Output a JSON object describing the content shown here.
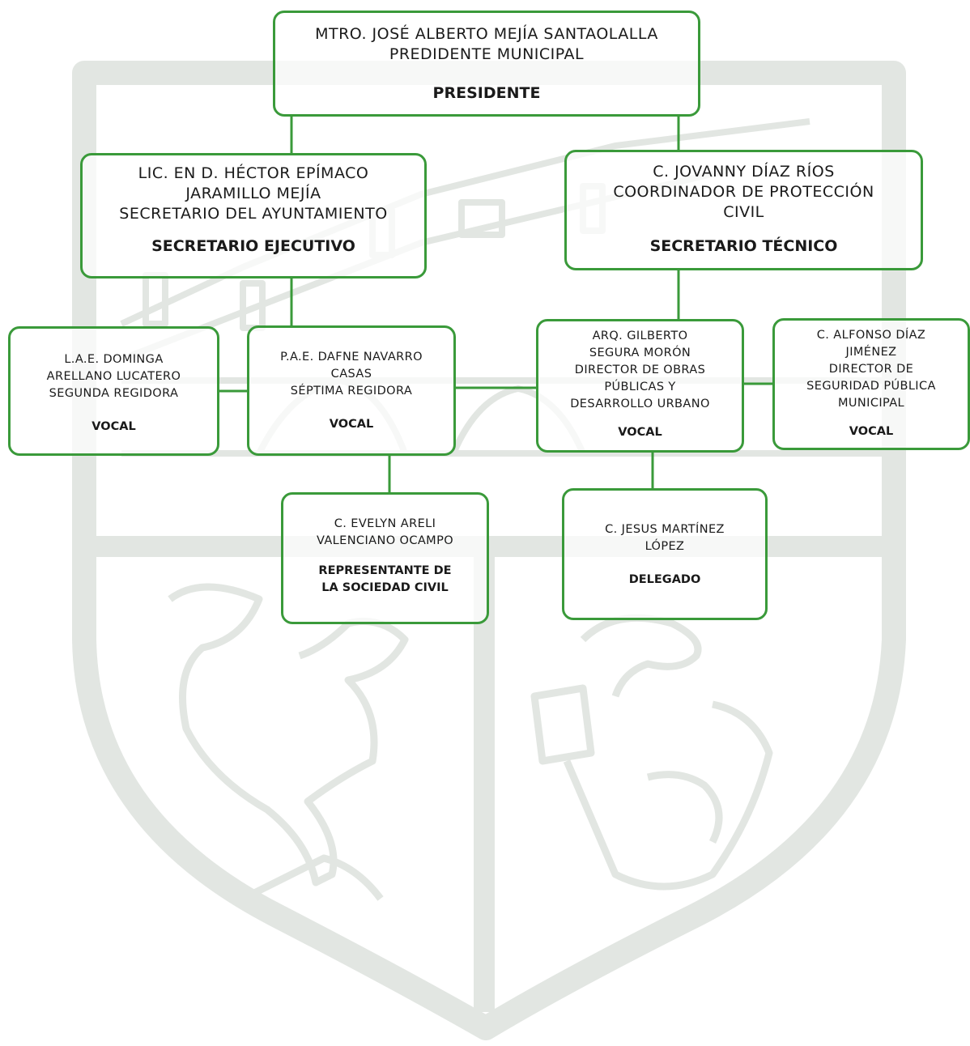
{
  "org_chart": {
    "presidente": {
      "body": "MTRO. JOSÉ ALBERTO MEJÍA SANTAOLALLA\nPREDIDENTE MUNICIPAL",
      "role": "PRESIDENTE"
    },
    "secretario_ejecutivo": {
      "body": "LIC. EN D. HÉCTOR EPÍMACO\nJARAMILLO MEJÍA\nSECRETARIO DEL AYUNTAMIENTO",
      "role": "SECRETARIO EJECUTIVO"
    },
    "secretario_tecnico": {
      "body": "C. JOVANNY DÍAZ RÍOS\nCOORDINADOR DE PROTECCIÓN\nCIVIL",
      "role": "SECRETARIO TÉCNICO"
    },
    "vocal_1": {
      "body": "L.A.E. DOMINGA\nARELLANO LUCATERO\nSEGUNDA REGIDORA",
      "role": "VOCAL"
    },
    "vocal_2": {
      "body": "P.A.E. DAFNE NAVARRO\nCASAS\nSÉPTIMA REGIDORA",
      "role": "VOCAL"
    },
    "vocal_3": {
      "body": "ARQ. GILBERTO\nSEGURA MORÓN\nDIRECTOR DE OBRAS\nPÚBLICAS Y\nDESARROLLO URBANO",
      "role": "VOCAL"
    },
    "vocal_4": {
      "body": "C. ALFONSO DÍAZ\nJIMÉNEZ\nDIRECTOR DE\nSEGURIDAD PÚBLICA\nMUNICIPAL",
      "role": "VOCAL"
    },
    "sociedad_civil": {
      "body": "C. EVELYN ARELI\nVALENCIANO OCAMPO",
      "role": "REPRESENTANTE DE\nLA SOCIEDAD CIVIL"
    },
    "delegado": {
      "body": "C. JESUS MARTÍNEZ\nLÓPEZ",
      "role": "DELEGADO"
    }
  },
  "colors": {
    "border": "#3a9a3a",
    "connector": "#3a9a3a",
    "watermark": "#e2e6e2"
  }
}
